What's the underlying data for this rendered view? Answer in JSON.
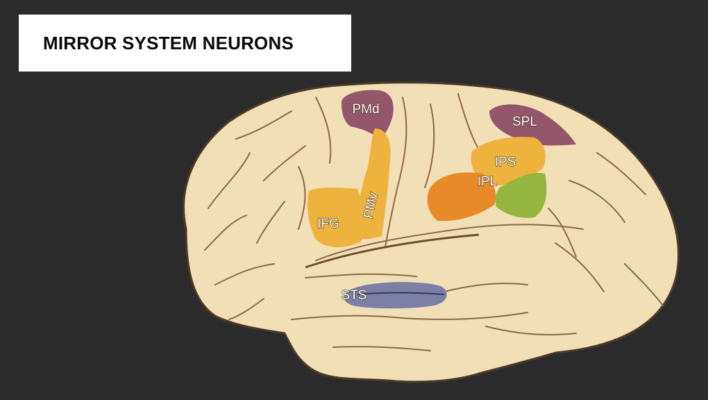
{
  "title": "MIRROR SYSTEM NEURONS",
  "colors": {
    "background": "#2b2b2b",
    "brain": "#f1dfb6",
    "brain_outline": "#4a3a28",
    "sulcus": "#8b6a44",
    "premotor_inferior": "#eeb33c",
    "parietal_inferior_anterior": "#e98a2a",
    "parietal_inferior_posterior": "#94b53e",
    "dorsal_regions": "#94566a",
    "sts": "#7c7fa6"
  },
  "regions": {
    "pmd": "PMd",
    "pmv": "PMv",
    "ifg": "IFG",
    "spl": "SPL",
    "ips": "IPS",
    "ipl": "IPL",
    "sts": "STS"
  }
}
